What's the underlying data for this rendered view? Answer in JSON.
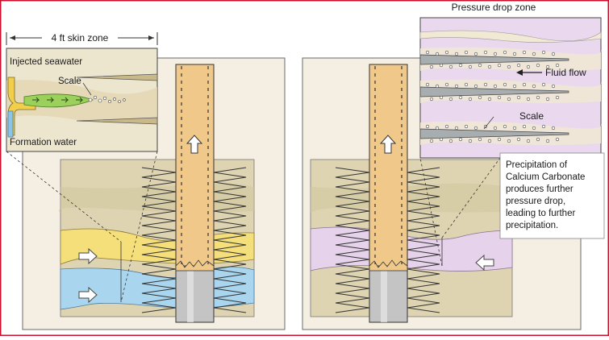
{
  "labels": {
    "pressure_drop_zone": "Pressure drop zone",
    "skin_zone": "4 ft skin zone",
    "injected_seawater": "Injected seawater",
    "scale_left": "Scale",
    "formation_water": "Formation water",
    "fluid_flow": "Fluid flow",
    "scale_right": "Scale",
    "precipitation_lines": [
      "Precipitation of",
      "Calcium Carbonate",
      "produces further",
      "pressure drop,",
      "leading to further",
      "precipitation."
    ]
  },
  "colors": {
    "border": "#c8102e",
    "well_panel_bg": "#f4efe2",
    "well_sky": "#f7f2e4",
    "earth_top": "#ded4b2",
    "casing_fill": "#f0c98a",
    "casing_lower": "#c4c4c4",
    "seawater_layer": "#f5df7a",
    "formation_layer": "#a9d6ee",
    "pink_layer": "#e6d2ea",
    "zoom_bg_left": "#ede6cf",
    "zoom_bg_right": "#e9d8ee"
  },
  "icons": {
    "flow_arrow": "white-arrow-icon",
    "up_arrow": "up-arrow-icon",
    "scale_particles": "scale-particles-icon"
  }
}
